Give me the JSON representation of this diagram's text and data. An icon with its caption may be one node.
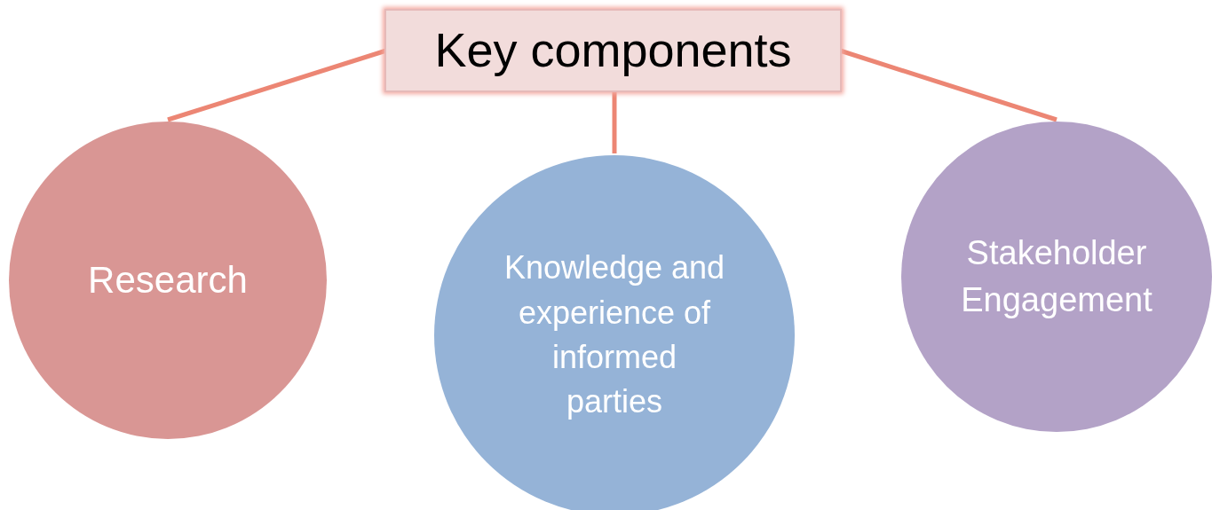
{
  "diagram": {
    "nodes": [
      {
        "text": [
          "Key components"
        ]
      },
      {
        "text": [
          "Research"
        ]
      },
      {
        "text": [
          "Knowledge and experience of informed parties"
        ]
      },
      {
        "text": [
          "Stakeholder Engagement"
        ]
      }
    ],
    "edges": [
      {
        "from": 0,
        "to": 1,
        "arrow": "none"
      },
      {
        "from": 0,
        "to": 2,
        "arrow": "none"
      },
      {
        "from": 0,
        "to": 3,
        "arrow": "none"
      }
    ]
  }
}
